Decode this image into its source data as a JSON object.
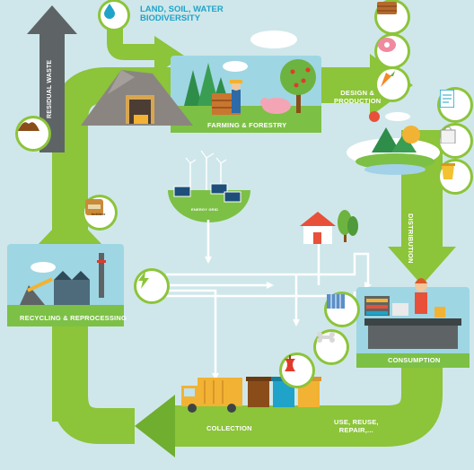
{
  "header": {
    "line1": "LAND, SOIL, WATER",
    "line2": "BIODIVERSITY"
  },
  "stages": {
    "farming": "FARMING & FORESTRY",
    "recycling": "RECYCLING & REPROCESSING",
    "consumption": "CONSUMPTION"
  },
  "flows": {
    "design_line1": "DESIGN &",
    "design_line2": "PRODUCTION",
    "distribution": "DISTRIBUTION",
    "collection": "COLLECTION",
    "use_line1": "USE, REUSE,",
    "use_line2": "REPAIR,...",
    "residual_waste": "RESIDUAL WASTE"
  },
  "small_labels": {
    "energy_grid": "ENERGY GRID",
    "fertilizer": "fertilizer"
  },
  "colors": {
    "background": "#cfe7ea",
    "arrow_green": "#8cc43a",
    "arrow_dark_green": "#6fae2f",
    "residual_arrow": "#5e6466",
    "title_blue": "#1fa3c9",
    "panel_water": "#9fd6e3"
  },
  "icons": [
    "water-drop-icon",
    "wood-plank-icon",
    "meat-icon",
    "carrot-icon",
    "document-icon",
    "shopping-bag-icon",
    "paint-bucket-icon",
    "fertilizer-bag-icon",
    "compost-pile-icon",
    "lightning-icon",
    "radiator-icon",
    "bone-icon",
    "apple-core-icon"
  ]
}
